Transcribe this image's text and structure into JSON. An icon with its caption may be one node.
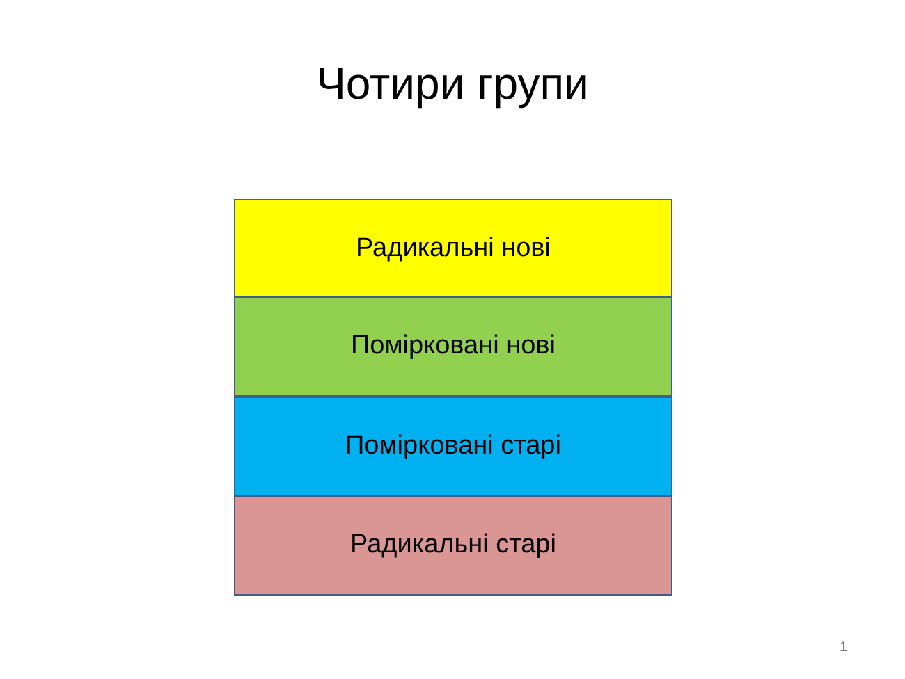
{
  "diagram": {
    "title": "Чотири групи",
    "nodes": [
      {
        "text": [
          "Радикальні нові"
        ]
      },
      {
        "text": [
          "Помірковані нові"
        ]
      },
      {
        "text": [
          "Помірковані старі"
        ]
      },
      {
        "text": [
          "Радикальні старі"
        ]
      }
    ],
    "labels": [
      "1"
    ]
  }
}
